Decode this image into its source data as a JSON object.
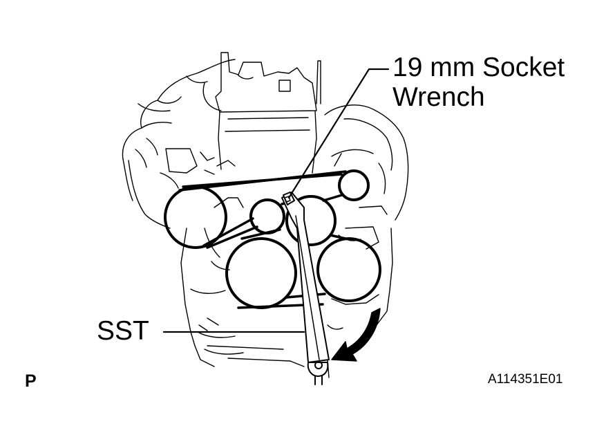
{
  "labels": {
    "socket_wrench_line1": "19 mm Socket",
    "socket_wrench_line2": "Wrench",
    "sst": "SST",
    "view_marker": "P",
    "figure_code": "A114351E01"
  },
  "colors": {
    "ink": "#000000",
    "background": "#ffffff"
  },
  "icons": {
    "rotation": "curved-arrow-clockwise-icon"
  }
}
